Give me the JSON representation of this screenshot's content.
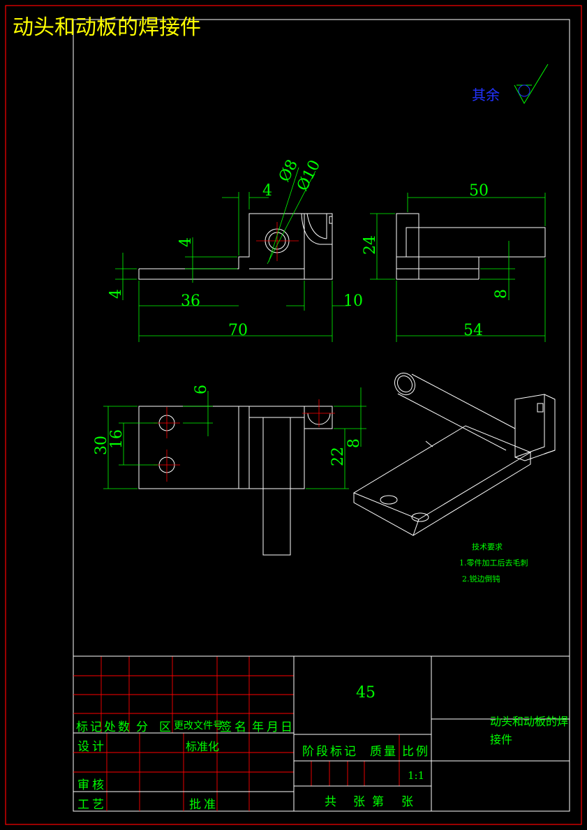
{
  "drawing": {
    "title": "动头和动板的焊接件",
    "surface_finish_label": "其余",
    "colors": {
      "frame": "#ff0000",
      "outline": "#ffffff",
      "dimension": "#00ff00",
      "center": "#ff0000",
      "title": "#ffff00",
      "surface": "#2233ff"
    }
  },
  "dimensions": {
    "front": [
      "4",
      "Ø8",
      "Ø10",
      "4",
      "4",
      "36",
      "10",
      "70"
    ],
    "side": [
      "50",
      "24",
      "8",
      "54"
    ],
    "top": [
      "6",
      "30",
      "16",
      "8",
      "22"
    ]
  },
  "notes": {
    "heading": "技术要求",
    "item1": "1.零件加工后去毛刺",
    "item2": "2.锐边倒钝"
  },
  "title_block": {
    "material": "45",
    "name_line1": "动头和动板的焊",
    "name_line2": "接件",
    "rev_header": [
      "标",
      "记",
      "处",
      "数",
      "分",
      "区",
      "更改文件号",
      "签",
      "名",
      "年",
      "月",
      "日"
    ],
    "design": "设计",
    "standard": "标准化",
    "review": "审核",
    "process": "工艺",
    "approve": "批准",
    "stage_mark": "阶段标记",
    "weight": "质量",
    "scale_label": "比例",
    "scale": "1:1",
    "sheets_total": "共",
    "sheets_unit1": "张",
    "sheet_no": "第",
    "sheets_unit2": "张"
  }
}
